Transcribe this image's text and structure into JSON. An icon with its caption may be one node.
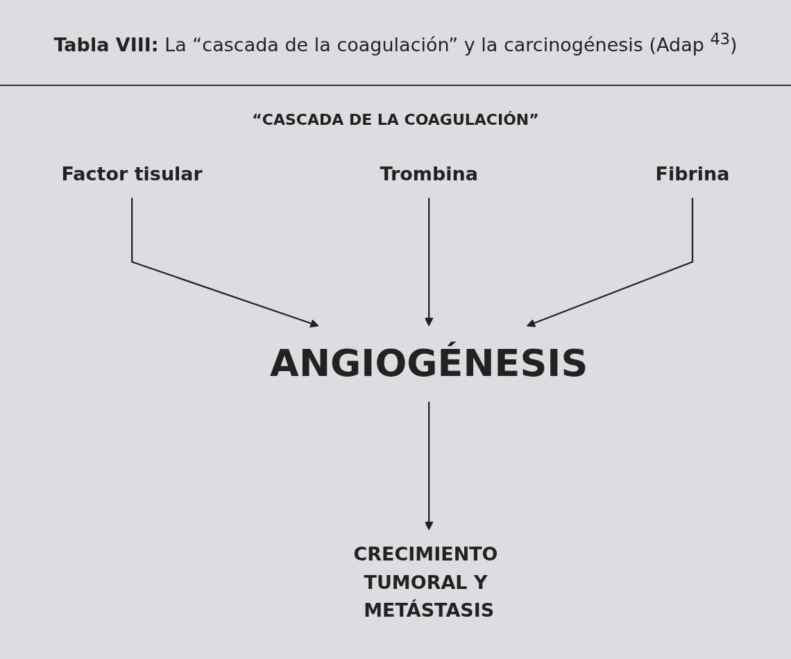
{
  "diagram": {
    "title": "**Tabla VIII:** La “cascada de la coagulación” y la carcinogénesis (Adap $^{43}$)",
    "nodes": [
      {
        "text": [
          "Factor tisular"
        ]
      },
      {
        "text": [
          "Trombina"
        ]
      },
      {
        "text": [
          "Fibrina"
        ]
      },
      {
        "text": [
          "ANGIOGÉNESIS"
        ]
      },
      {
        "text": [
          "CRECIMIENTO TUMORAL Y METÁSTASIS"
        ]
      }
    ],
    "edges": [
      {
        "from": 0,
        "to": 3,
        "arrow": "to"
      },
      {
        "from": 1,
        "to": 3,
        "arrow": "to"
      },
      {
        "from": 2,
        "to": 3,
        "arrow": "to"
      },
      {
        "from": 3,
        "to": 4,
        "arrow": "to"
      }
    ],
    "labels": [
      "“CASCADA DE LA COAGULACIÓN”"
    ]
  }
}
